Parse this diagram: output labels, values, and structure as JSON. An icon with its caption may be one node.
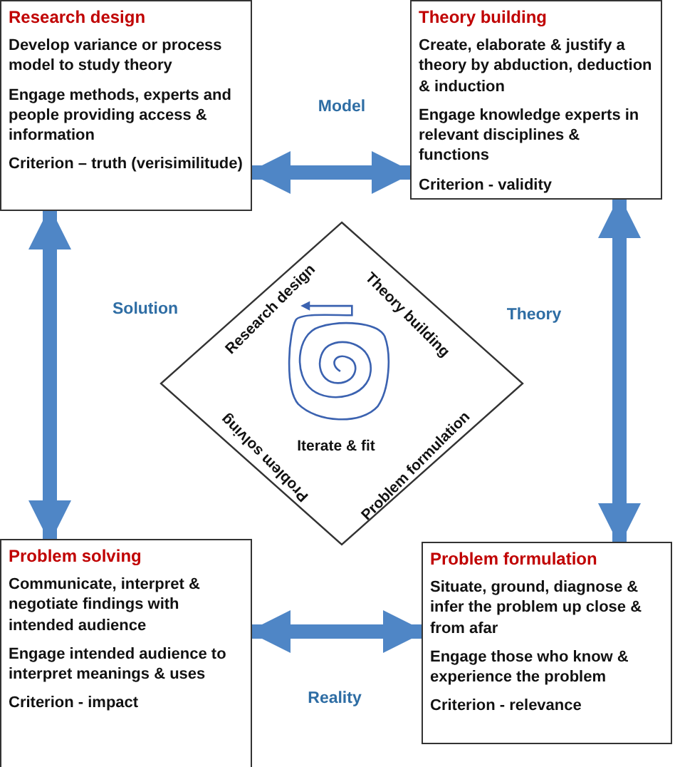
{
  "diagram": {
    "nodes": [
      {
        "text": [
          "Research design",
          "Develop variance or process model to study theory",
          "Engage methods, experts and people providing access & information",
          "Criterion – truth (verisimilitude)"
        ]
      },
      {
        "text": [
          "Theory building",
          "Create, elaborate & justify a theory by abduction, deduction & induction",
          "Engage knowledge experts in relevant disciplines & functions",
          "Criterion - validity"
        ]
      },
      {
        "text": [
          "Problem solving",
          "Communicate, interpret & negotiate findings with intended audience",
          "Engage intended audience to interpret meanings & uses",
          "Criterion - impact"
        ]
      },
      {
        "text": [
          "Problem formulation",
          "Situate, ground, diagnose & infer the problem up close & from afar",
          "Engage those who know & experience the problem",
          "Criterion - relevance"
        ]
      },
      {
        "text": [
          "Research design",
          "Theory building",
          "Problem formulation",
          "Problem solving",
          "Iterate & fit"
        ]
      }
    ],
    "edges": [
      {
        "from": 0,
        "to": 1,
        "arrow": "both",
        "label": "Model"
      },
      {
        "from": 0,
        "to": 2,
        "arrow": "both",
        "label": "Solution"
      },
      {
        "from": 1,
        "to": 3,
        "arrow": "both",
        "label": "Theory"
      },
      {
        "from": 2,
        "to": 3,
        "arrow": "both",
        "label": "Reality"
      }
    ]
  }
}
